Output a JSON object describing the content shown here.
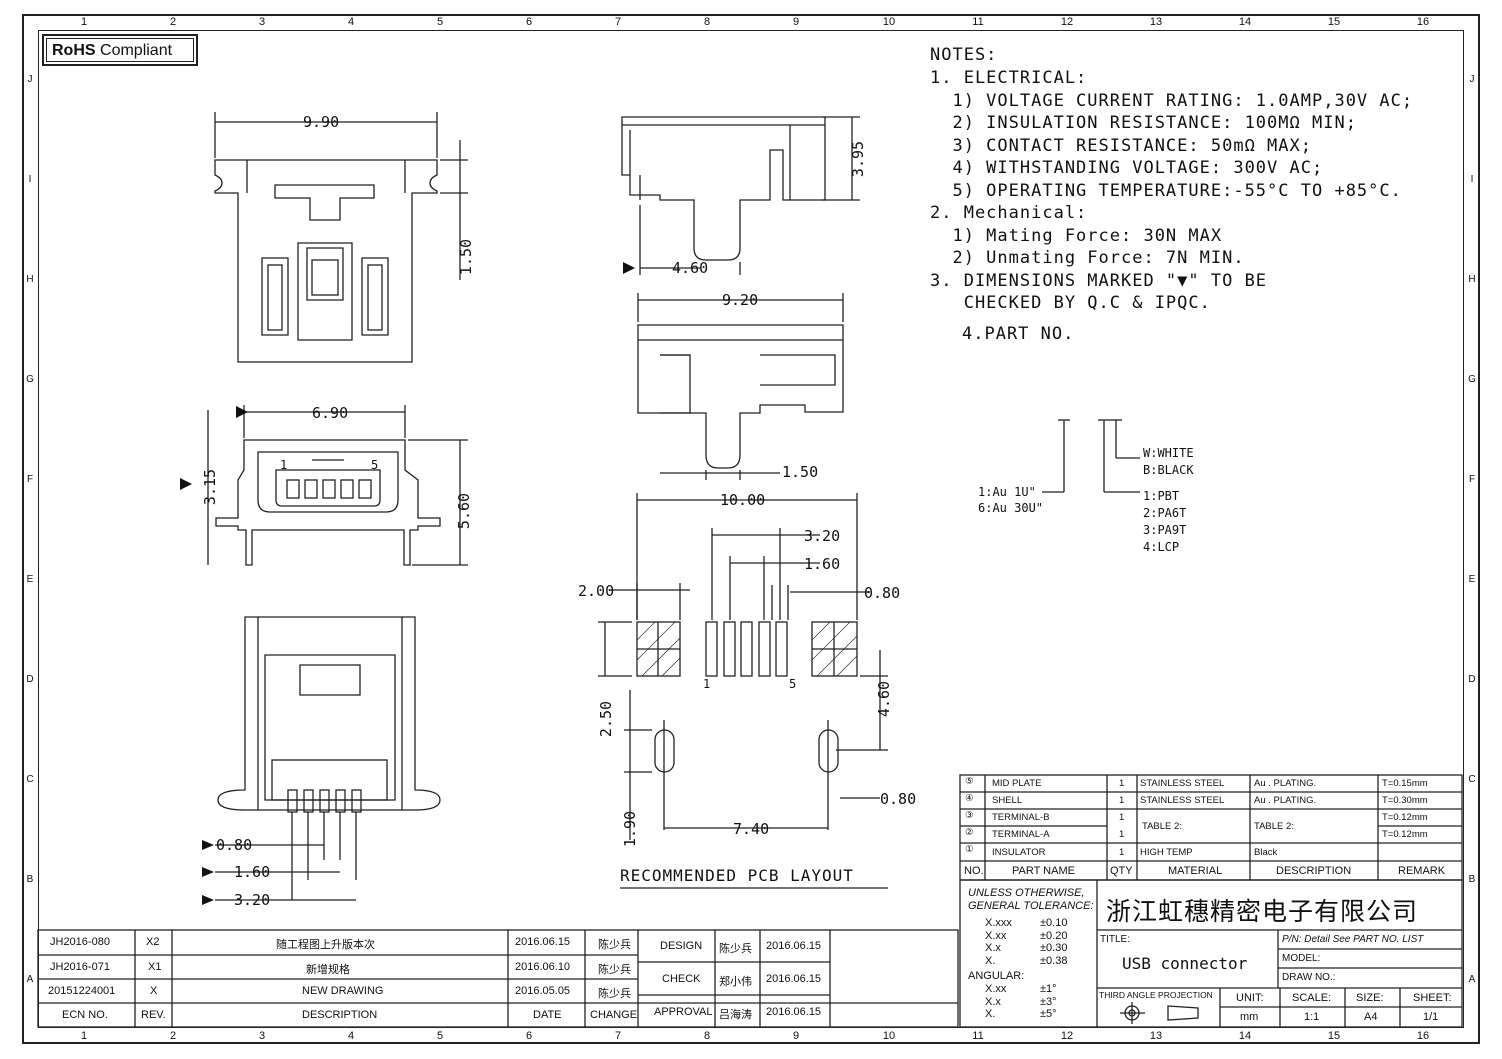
{
  "frame": {
    "zone_numbers": [
      "1",
      "2",
      "3",
      "4",
      "5",
      "6",
      "7",
      "8",
      "9",
      "10",
      "11",
      "12",
      "13",
      "14",
      "15",
      "16"
    ],
    "zone_letters": [
      "J",
      "I",
      "H",
      "G",
      "F",
      "E",
      "D",
      "C",
      "B",
      "A"
    ]
  },
  "rohs": {
    "bold": "RoHS",
    "text": "Compliant"
  },
  "notes": {
    "title": "NOTES:",
    "lines": [
      "1. ELECTRICAL:",
      "  1) VOLTAGE CURRENT RATING: 1.0AMP,30V AC;",
      "  2) INSULATION RESISTANCE: 100MΩ MIN;",
      "  3) CONTACT RESISTANCE: 50mΩ MAX;",
      "  4) WITHSTANDING VOLTAGE: 300V AC;",
      "  5) OPERATING TEMPERATURE:-55°C TO +85°C.",
      "2. Mechanical:",
      "  1) Mating Force: 30N MAX",
      "  2) Unmating Force: 7N MIN.",
      "3. DIMENSIONS MARKED \"▼\" TO BE",
      "   CHECKED BY Q.C & IPQC."
    ],
    "part_no": "4.PART NO."
  },
  "part_code": {
    "color": [
      "W:WHITE",
      "B:BLACK"
    ],
    "plating": [
      "1:Au 1U\"",
      "6:Au 30U\""
    ],
    "material": [
      "1:PBT",
      "2:PA6T",
      "3:PA9T",
      "4:LCP"
    ]
  },
  "dims": {
    "front_width": "9.90",
    "front_height": "1.50",
    "side_height": "3.95",
    "side_depth": "4.60",
    "top_width": "9.20",
    "top_post": "1.50",
    "end_width": "6.90",
    "end_height": "3.15",
    "end_total": "5.60",
    "bottom_p1": "0.80",
    "bottom_p2": "1.60",
    "bottom_p3": "3.20",
    "pcb_total": "10.00",
    "pcb_pitch3": "3.20",
    "pcb_pitch2": "1.60",
    "pcb_pad": "2.00",
    "pcb_pad_w": "0.80",
    "pcb_pad_h": "2.50",
    "pcb_post": "4.60",
    "pcb_slot_w": "0.80",
    "pcb_slot_h": "1.90",
    "pcb_post_span": "7.40",
    "pin1": "1",
    "pin5": "5"
  },
  "pcb_title": "RECOMMENDED PCB LAYOUT",
  "bom": {
    "rows": [
      {
        "no": "⑤",
        "part": "MID PLATE",
        "qty": "1",
        "material": "STAINLESS STEEL",
        "desc": "Au . PLATING.",
        "remark": "T=0.15mm"
      },
      {
        "no": "④",
        "part": "SHELL",
        "qty": "1",
        "material": "STAINLESS STEEL",
        "desc": "Au . PLATING.",
        "remark": "T=0.30mm"
      },
      {
        "no": "③",
        "part": "TERMINAL-B",
        "qty": "1",
        "material": "TABLE 2:",
        "desc": "TABLE 2:",
        "remark": "T=0.12mm"
      },
      {
        "no": "②",
        "part": "TERMINAL-A",
        "qty": "1",
        "material": "",
        "desc": "",
        "remark": "T=0.12mm"
      },
      {
        "no": "①",
        "part": "INSULATOR",
        "qty": "1",
        "material": "HIGH TEMP",
        "desc": "Black",
        "remark": ""
      }
    ],
    "headers": {
      "no": "NO.",
      "part": "PART NAME",
      "qty": "QTY",
      "material": "MATERIAL",
      "desc": "DESCRIPTION",
      "remark": "REMARK"
    }
  },
  "tolerance": {
    "title1": "UNLESS OTHERWISE,",
    "title2": "GENERAL TOLERANCE:",
    "rows": [
      [
        "X.xxx",
        "±0.10"
      ],
      [
        "X.xx",
        "±0.20"
      ],
      [
        "X.x",
        "±0.30"
      ],
      [
        "X.",
        "±0.38"
      ]
    ],
    "angular": "ANGULAR:",
    "ang_rows": [
      [
        "X.xx",
        "±1°"
      ],
      [
        "X.x",
        "±3°"
      ],
      [
        "X.",
        "±5°"
      ]
    ]
  },
  "company": "浙江虹穗精密电子有限公司",
  "title_block": {
    "title_label": "TITLE:",
    "title": "USB connector",
    "pn_label": "P/N: Detail See PART NO. LIST",
    "model_label": "MODEL:",
    "drawno_label": "DRAW NO.:",
    "projection": "THIRD ANGLE PROJECTION",
    "unit_label": "UNIT:",
    "unit": "mm",
    "scale_label": "SCALE:",
    "scale": "1:1",
    "size_label": "SIZE:",
    "size": "A4",
    "sheet_label": "SHEET:",
    "sheet": "1/1"
  },
  "revisions": {
    "rows": [
      {
        "ecn": "JH2016-080",
        "rev": "X2",
        "desc": "随工程图上升版本次",
        "date": "2016.06.15",
        "change": "陈少兵"
      },
      {
        "ecn": "JH2016-071",
        "rev": "X1",
        "desc": "新增规格",
        "date": "2016.06.10",
        "change": "陈少兵"
      },
      {
        "ecn": "20151224001",
        "rev": "X",
        "desc": "NEW DRAWING",
        "date": "2016.05.05",
        "change": "陈少兵"
      }
    ],
    "headers": {
      "ecn": "ECN NO.",
      "rev": "REV.",
      "desc": "DESCRIPTION",
      "date": "DATE",
      "change": "CHANGE"
    }
  },
  "approvals": [
    {
      "role": "DESIGN",
      "name": "陈少兵",
      "date": "2016.06.15"
    },
    {
      "role": "CHECK",
      "name": "郑小伟",
      "date": "2016.06.15"
    },
    {
      "role": "APPROVAL",
      "name": "吕海涛",
      "date": "2016.06.15"
    }
  ]
}
